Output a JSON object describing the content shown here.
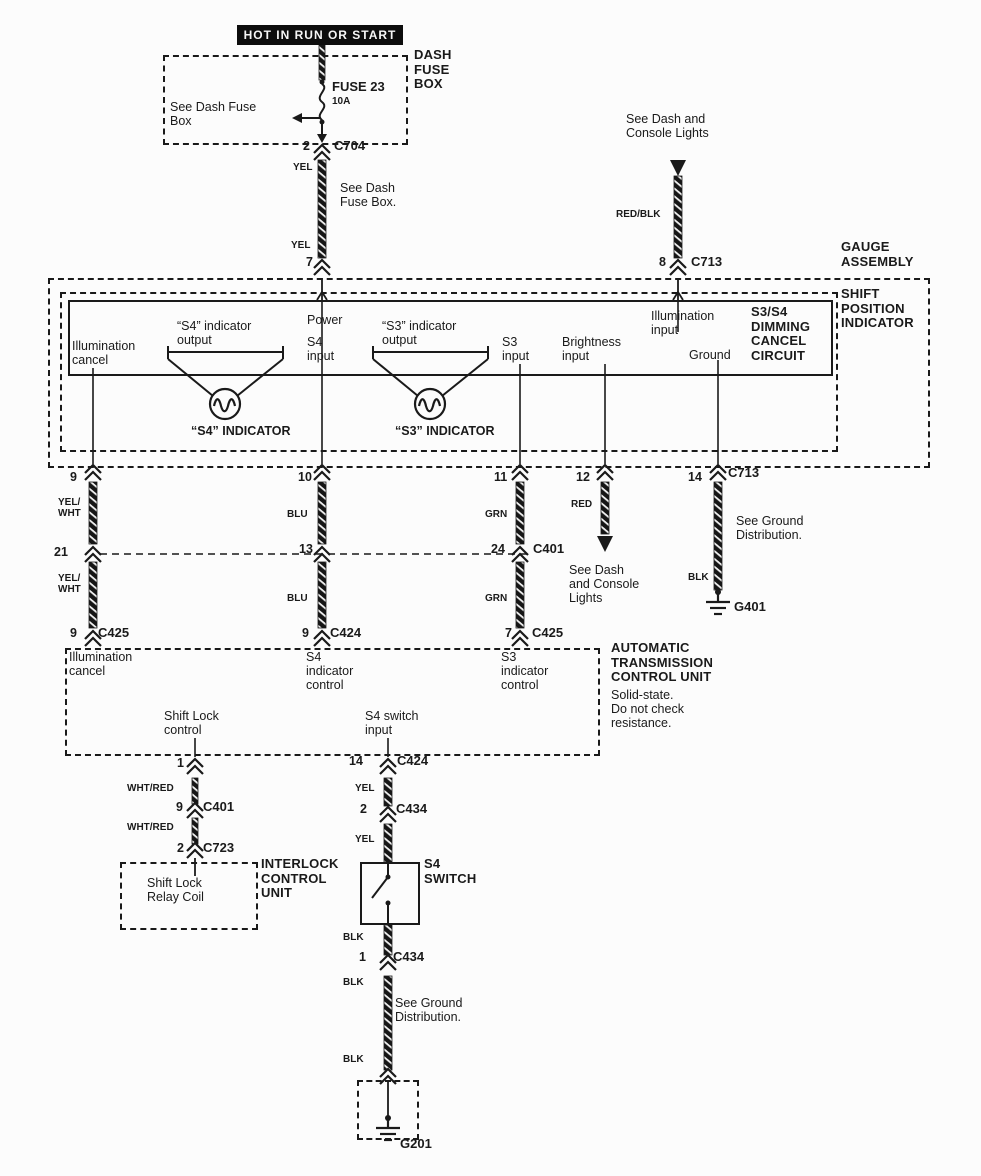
{
  "ink": "#1a1a1a",
  "paper": "#fcfcfc",
  "banner": {
    "text": "HOT IN RUN OR START"
  },
  "fuse_box": {
    "title": "DASH\nFUSE\nBOX",
    "see_note": "See Dash Fuse\nBox",
    "fuse_name": "FUSE 23",
    "fuse_rating": "10A",
    "pin2": "2",
    "connector": "C704"
  },
  "feed_wire": {
    "color_upper": "YEL",
    "see_note": "See Dash\nFuse Box.",
    "color_lower": "YEL",
    "pin7": "7"
  },
  "console_feed": {
    "see_note": "See Dash and\nConsole Lights",
    "color": "RED/BLK",
    "pin8": "8",
    "connector": "C713"
  },
  "gauge": {
    "assembly_title": "GAUGE\nASSEMBLY",
    "shift_title": "SHIFT\nPOSITION\nINDICATOR",
    "dimming_title": "S3/S4\nDIMMING\nCANCEL\nCIRCUIT",
    "illumination_cancel": "Illumination\ncancel",
    "s4_output": "“S4” indicator\noutput",
    "power": "Power",
    "s4_input": "S4\ninput",
    "s3_output": "“S3” indicator\noutput",
    "s3_input": "S3\ninput",
    "brightness_input": "Brightness\ninput",
    "illumination_input": "Illumination\ninput",
    "ground": "Ground",
    "s4_indicator": "“S4” INDICATOR",
    "s3_indicator": "“S3” INDICATOR",
    "pin9": "9",
    "pin10": "10",
    "pin11": "11",
    "pin12": "12",
    "pin14": "14",
    "bottom_connector": "C713"
  },
  "harness": {
    "w9_color_top": "YEL/\nWHT",
    "w9_pin_mid": "21",
    "w9_color_bot": "YEL/\nWHT",
    "w9_pin_bot": "9",
    "w9_conn_bot": "C425",
    "w10_color_top": "BLU",
    "w10_pin_mid": "13",
    "w10_color_bot": "BLU",
    "w10_pin_bot": "9",
    "w10_conn_bot": "C424",
    "w11_color_top": "GRN",
    "w11_pin_mid": "24",
    "w11_conn_mid": "C401",
    "w11_color_bot": "GRN",
    "w11_pin_bot": "7",
    "w11_conn_bot": "C425",
    "w12_color": "RED",
    "w12_see_note": "See Dash\nand Console\nLights",
    "w14_see_note": "See Ground\nDistribution.",
    "w14_color": "BLK",
    "w14_ground": "G401"
  },
  "atcu": {
    "title": "AUTOMATIC\nTRANSMISSION\nCONTROL UNIT",
    "note": "Solid-state.\nDo not check\nresistance.",
    "illumination_cancel": "Illumination\ncancel",
    "s4_control": "S4\nindicator\ncontrol",
    "s3_control": "S3\nindicator\ncontrol",
    "shift_lock": "Shift Lock\ncontrol",
    "s4_switch_input": "S4 switch\ninput"
  },
  "shift_lock": {
    "pin1": "1",
    "color1": "WHT/RED",
    "pin9": "9",
    "conn1": "C401",
    "color2": "WHT/RED",
    "pin2": "2",
    "conn2": "C723",
    "relay_title": "Shift Lock\nRelay Coil",
    "interlock_title": "INTERLOCK\nCONTROL\nUNIT"
  },
  "s4_switch": {
    "pin14": "14",
    "conn1": "C424",
    "color1": "YEL",
    "pin2": "2",
    "conn2": "C434",
    "color2": "YEL",
    "title": "S4\nSWITCH",
    "color3": "BLK",
    "pin1": "1",
    "conn3": "C434",
    "color4": "BLK",
    "see_note": "See Ground\nDistribution.",
    "color5": "BLK",
    "ground": "G201"
  }
}
